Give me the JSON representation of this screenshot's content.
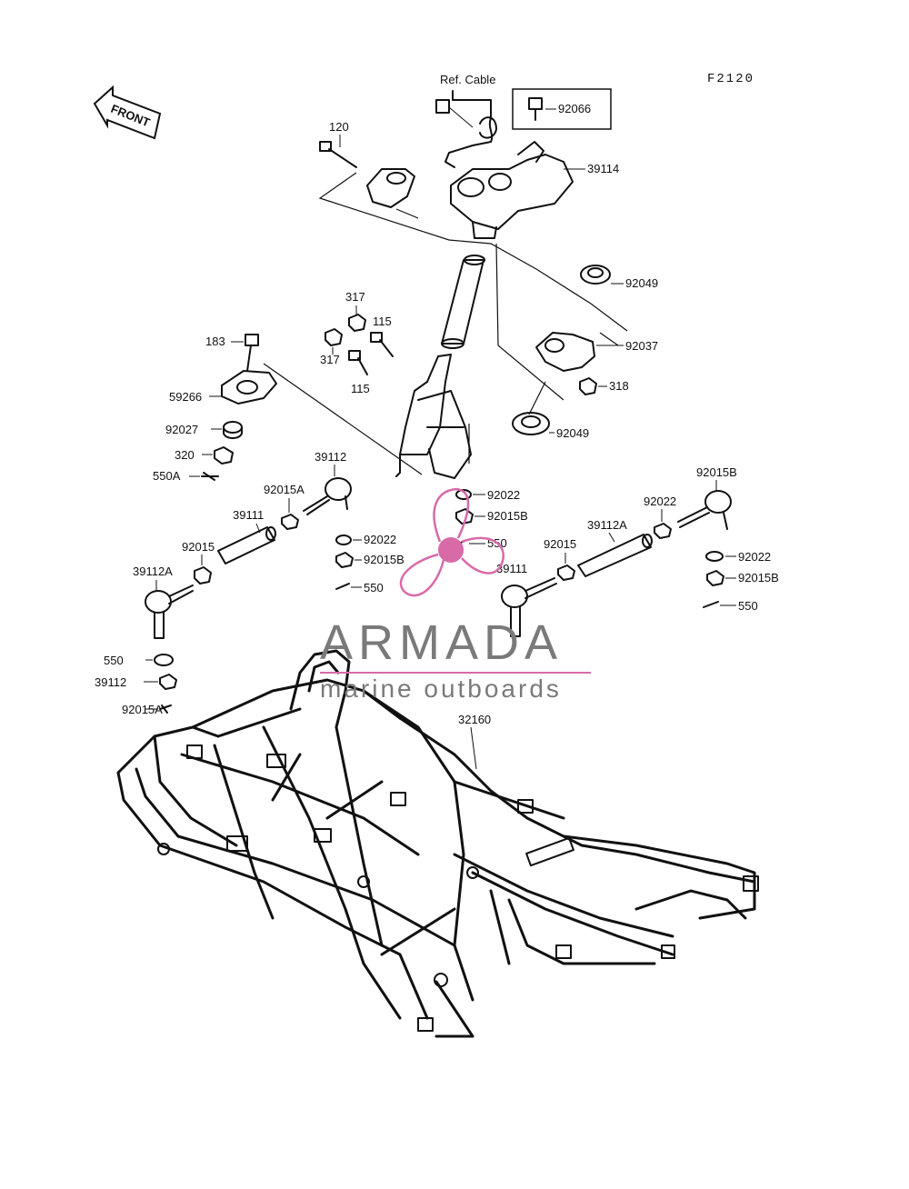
{
  "diagram": {
    "figure_code": "F2120",
    "front_label": "FRONT",
    "ref_cable": "Ref. Cable",
    "labels": [
      {
        "id": "l-92066",
        "text": "92066"
      },
      {
        "id": "l-120",
        "text": "120"
      },
      {
        "id": "l-39114",
        "text": "39114"
      },
      {
        "id": "l-92049a",
        "text": "92049"
      },
      {
        "id": "l-92037",
        "text": "92037"
      },
      {
        "id": "l-318",
        "text": "318"
      },
      {
        "id": "l-92049b",
        "text": "92049"
      },
      {
        "id": "l-317a",
        "text": "317"
      },
      {
        "id": "l-317b",
        "text": "317"
      },
      {
        "id": "l-115a",
        "text": "115"
      },
      {
        "id": "l-115b",
        "text": "115"
      },
      {
        "id": "l-183",
        "text": "183"
      },
      {
        "id": "l-59266",
        "text": "59266"
      },
      {
        "id": "l-92027",
        "text": "92027"
      },
      {
        "id": "l-320",
        "text": "320"
      },
      {
        "id": "l-550A",
        "text": "550A"
      },
      {
        "id": "l-39112a",
        "text": "39112"
      },
      {
        "id": "l-92015Aa",
        "text": "92015A"
      },
      {
        "id": "l-39111a",
        "text": "39111"
      },
      {
        "id": "l-92015a",
        "text": "92015"
      },
      {
        "id": "l-39112Aa",
        "text": "39112A"
      },
      {
        "id": "l-92022a",
        "text": "92022"
      },
      {
        "id": "l-92015Ba",
        "text": "92015B"
      },
      {
        "id": "l-550a",
        "text": "550"
      },
      {
        "id": "l-92022b",
        "text": "92022"
      },
      {
        "id": "l-92015Bb",
        "text": "92015B"
      },
      {
        "id": "l-550b",
        "text": "550"
      },
      {
        "id": "l-92022c",
        "text": "92022"
      },
      {
        "id": "l-92015Bc",
        "text": "92015B"
      },
      {
        "id": "l-550c",
        "text": "550"
      },
      {
        "id": "l-39112b",
        "text": "39112"
      },
      {
        "id": "l-92015Ab",
        "text": "92015A"
      },
      {
        "id": "l-39111b",
        "text": "39111"
      },
      {
        "id": "l-92015b",
        "text": "92015"
      },
      {
        "id": "l-39112Ab",
        "text": "39112A"
      },
      {
        "id": "l-92022d",
        "text": "92022"
      },
      {
        "id": "l-92015Bd",
        "text": "92015B"
      },
      {
        "id": "l-550d",
        "text": "550"
      },
      {
        "id": "l-32160",
        "text": "32160"
      }
    ]
  },
  "watermark": {
    "title": "ARMADA",
    "subtitle": "marine outboards",
    "color": "#d86aa8"
  }
}
